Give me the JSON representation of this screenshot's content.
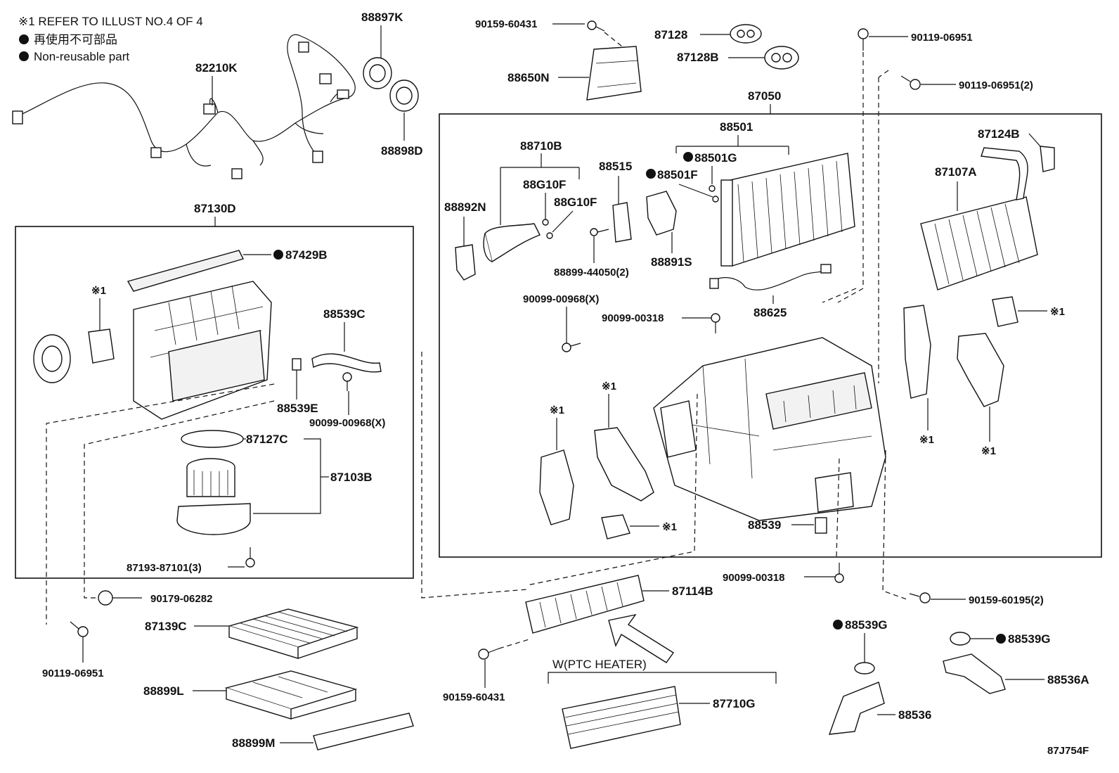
{
  "notes": {
    "ref": "※1 REFER TO ILLUST NO.4 OF 4",
    "nonreuse_jp": "再使用不可部品",
    "nonreuse_en": "Non-reusable part",
    "diagram_id": "87J754F"
  },
  "labels": {
    "p88897K": "88897K",
    "p82210K": "82210K",
    "p88898D": "88898D",
    "p90159_60431_top": "90159-60431",
    "p88650N": "88650N",
    "p87128": "87128",
    "p87128B": "87128B",
    "p90119_06951_top": "90119-06951",
    "p90119_06951_2": "90119-06951(2)",
    "p87050": "87050",
    "p88501": "88501",
    "p88501G": "88501G",
    "p88501F": "88501F",
    "p88710B": "88710B",
    "p88515": "88515",
    "p88G10F_a": "88G10F",
    "p88G10F_b": "88G10F",
    "p88892N": "88892N",
    "p88891S": "88891S",
    "p88899_44050": "88899-44050(2)",
    "p88625": "88625",
    "p87124B": "87124B",
    "p87107A": "87107A",
    "p90099_00968_top": "90099-00968(X)",
    "p90099_00318_top": "90099-00318",
    "p87130D": "87130D",
    "p87429B": "87429B",
    "p88539C": "88539C",
    "p88539E": "88539E",
    "p90099_00968_low": "90099-00968(X)",
    "p87127C": "87127C",
    "p87103B": "87103B",
    "p87193_87101": "87193-87101(3)",
    "p88539": "88539",
    "p90099_00318_low": "90099-00318",
    "p90159_60195": "90159-60195(2)",
    "p90179_06282": "90179-06282",
    "p87114B": "87114B",
    "p87139C": "87139C",
    "p90119_06951_bot": "90119-06951",
    "p88899L": "88899L",
    "p88899M": "88899M",
    "p90159_60431_bot": "90159-60431",
    "ptc_header": "W(PTC HEATER)",
    "p87710G": "87710G",
    "p88539G_a": "88539G",
    "p88539G_b": "88539G",
    "p88536A": "88536A",
    "p88536": "88536",
    "ref1_a": "※1",
    "ref1_b": "※1",
    "ref1_c": "※1",
    "ref1_d": "※1",
    "ref1_e": "※1",
    "ref1_f": "※1",
    "ref1_g": "※1"
  }
}
